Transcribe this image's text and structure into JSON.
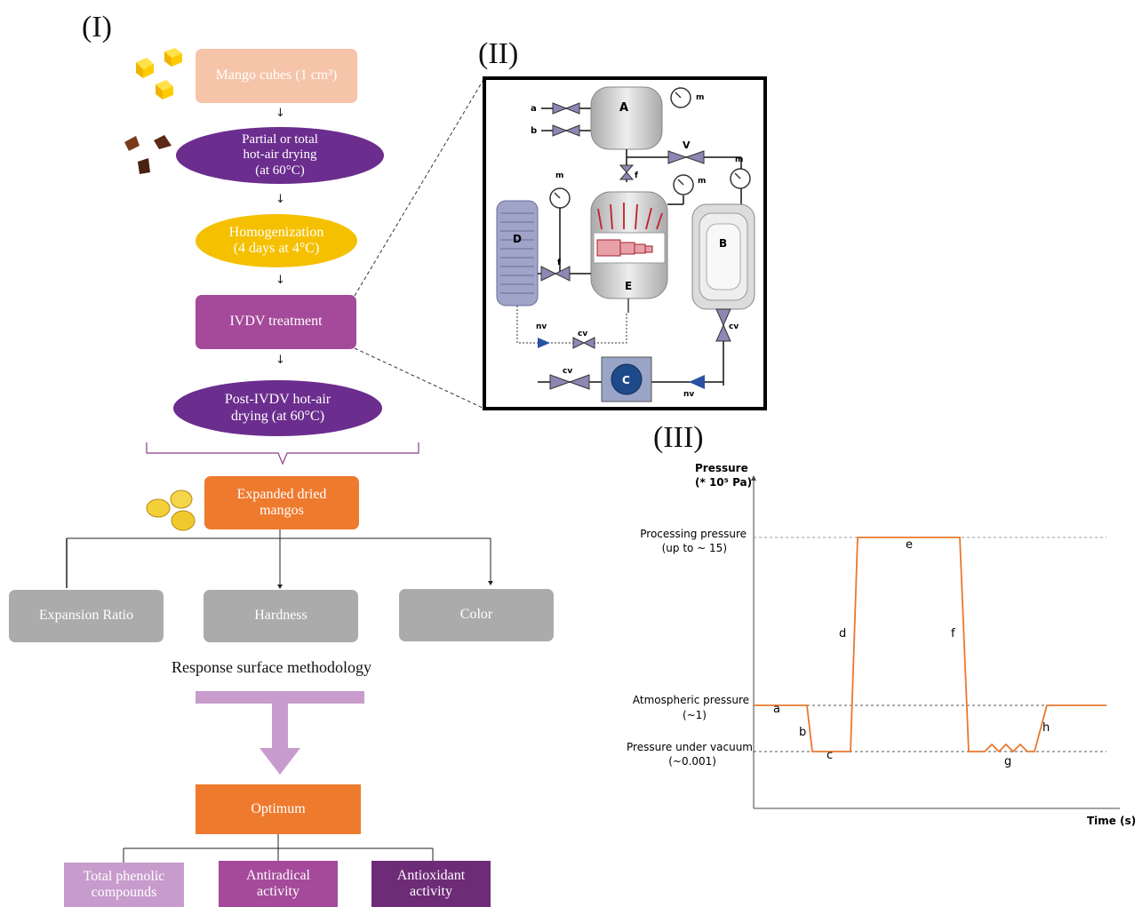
{
  "panel_labels": {
    "p1": "(I)",
    "p2": "(II)",
    "p3": "(III)"
  },
  "flow": {
    "step1": "Mango cubes (1 cm³)",
    "step2": [
      "Partial or total",
      "hot-air drying",
      "(at 60°C)"
    ],
    "step3": [
      "Homogenization",
      "(4 days at 4°C)"
    ],
    "step4": "IVDV treatment",
    "step5": [
      "Post-IVDV hot-air",
      "drying (at 60°C)"
    ],
    "step6": [
      "Expanded dried",
      "mangos"
    ],
    "responses": [
      "Expansion Ratio",
      "Hardness",
      "Color"
    ],
    "method": "Response surface methodology",
    "optimum": "Optimum",
    "outputs": [
      [
        "Total phenolic",
        "compounds"
      ],
      [
        "Antiradical",
        "activity"
      ],
      [
        "Antioxidant",
        "activity"
      ]
    ]
  },
  "apparatus": {
    "tanks": [
      "A",
      "B",
      "D",
      "E"
    ],
    "pump": "C",
    "valve_labels": {
      "a": "a",
      "b": "b",
      "V": "V",
      "f": "f",
      "m": "m",
      "cv": "cv",
      "nv": "nv"
    }
  },
  "chart": {
    "ylabel": [
      "Pressure",
      "(* 10⁵ Pa)"
    ],
    "xlabel": "Time (s)",
    "levels": [
      {
        "name": [
          "Processing pressure",
          "(up to ~ 15)"
        ]
      },
      {
        "name": [
          "Atmospheric pressure",
          "(~1)"
        ]
      },
      {
        "name": [
          "Pressure under vacuum",
          "(~0.001)"
        ]
      }
    ],
    "segment_labels": [
      "a",
      "b",
      "c",
      "d",
      "e",
      "f",
      "g",
      "h"
    ]
  },
  "colors": {
    "peach": "#f6c4a8",
    "purple_dark": "#6b2d8e",
    "yellow": "#f5c000",
    "magenta": "#a54a9a",
    "orange": "#ee7a2e",
    "gray": "#ababab",
    "lilac": "#c79ccc",
    "plum": "#6e2b77",
    "orange_line": "#e8792e"
  }
}
